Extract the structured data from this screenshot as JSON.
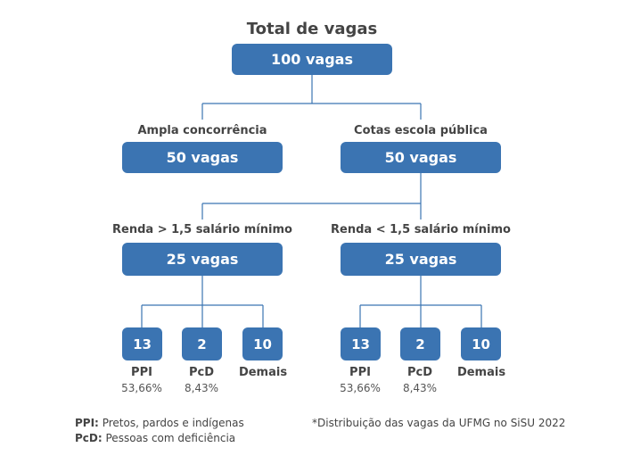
{
  "title": "Total de vagas",
  "total": "100 vagas",
  "ampla": {
    "label": "Ampla concorrência",
    "value": "50 vagas"
  },
  "cotas": {
    "label": "Cotas escola pública",
    "value": "50 vagas"
  },
  "renda_acima": {
    "label": "Renda > 1,5 salário mínimo",
    "value": "25 vagas",
    "items": [
      {
        "count": "13",
        "name": "PPI",
        "pct": "53,66%"
      },
      {
        "count": "2",
        "name": "PcD",
        "pct": "8,43%"
      },
      {
        "count": "10",
        "name": "Demais",
        "pct": ""
      }
    ]
  },
  "renda_abaixo": {
    "label": "Renda < 1,5 salário mínimo",
    "value": "25 vagas",
    "items": [
      {
        "count": "13",
        "name": "PPI",
        "pct": "53,66%"
      },
      {
        "count": "2",
        "name": "PcD",
        "pct": "8,43%"
      },
      {
        "count": "10",
        "name": "Demais",
        "pct": ""
      }
    ]
  },
  "legend": {
    "ppi_key": "PPI:",
    "ppi_text": "Pretos, pardos e indígenas",
    "pcd_key": "PcD:",
    "pcd_text": "Pessoas com deficiência"
  },
  "note": "*Distribuição das vagas da UFMG no SiSU 2022",
  "colors": {
    "box": "#3b74b2",
    "line": "#3b74b2",
    "text": "#444444"
  }
}
